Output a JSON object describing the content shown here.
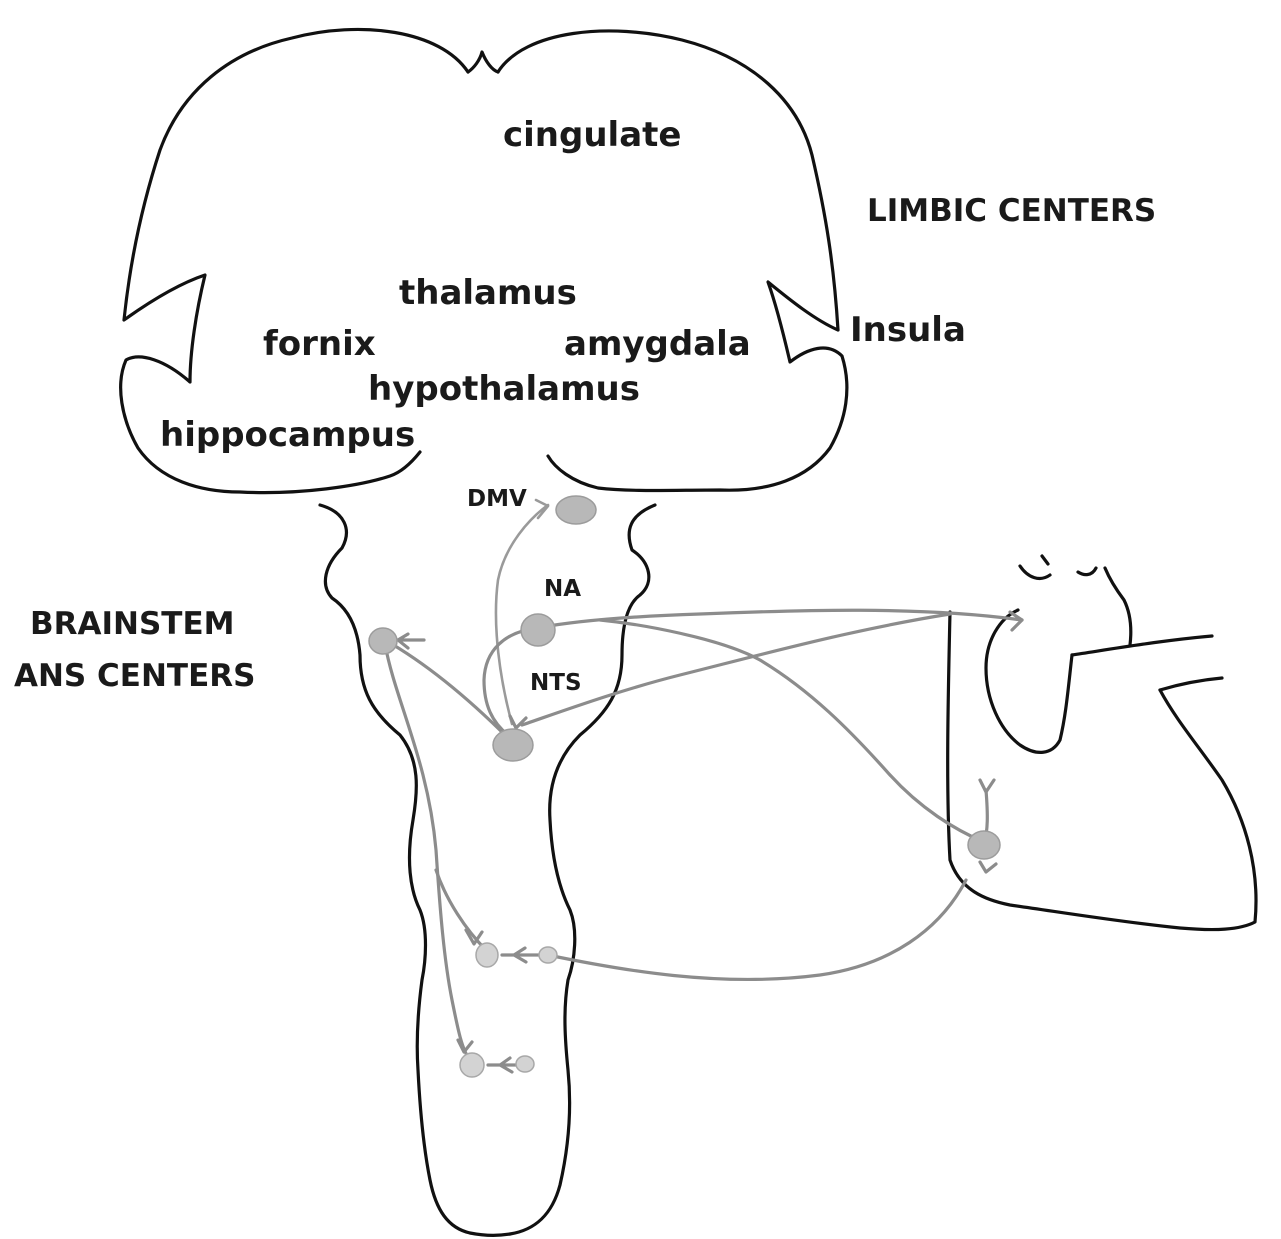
{
  "brain_regions": {
    "cingulate": "cingulate",
    "thalamus": "thalamus",
    "fornix": "fornix",
    "amygdala": "amygdala",
    "hypothalamus": "hypothalamus",
    "hippocampus": "hippocampus",
    "insula": "Insula"
  },
  "group_labels": {
    "limbic": "LIMBIC CENTERS",
    "brainstem_line1": "BRAINSTEM",
    "brainstem_line2": "ANS CENTERS"
  },
  "nuclei": {
    "dmv": "DMV",
    "na": "NA",
    "nts": "NTS"
  },
  "colors": {
    "outline": "#111111",
    "nerve": "#8c8c8c",
    "nucleus_fill": "#b8b8b8",
    "ganglion_fill": "#d3d3d3"
  }
}
